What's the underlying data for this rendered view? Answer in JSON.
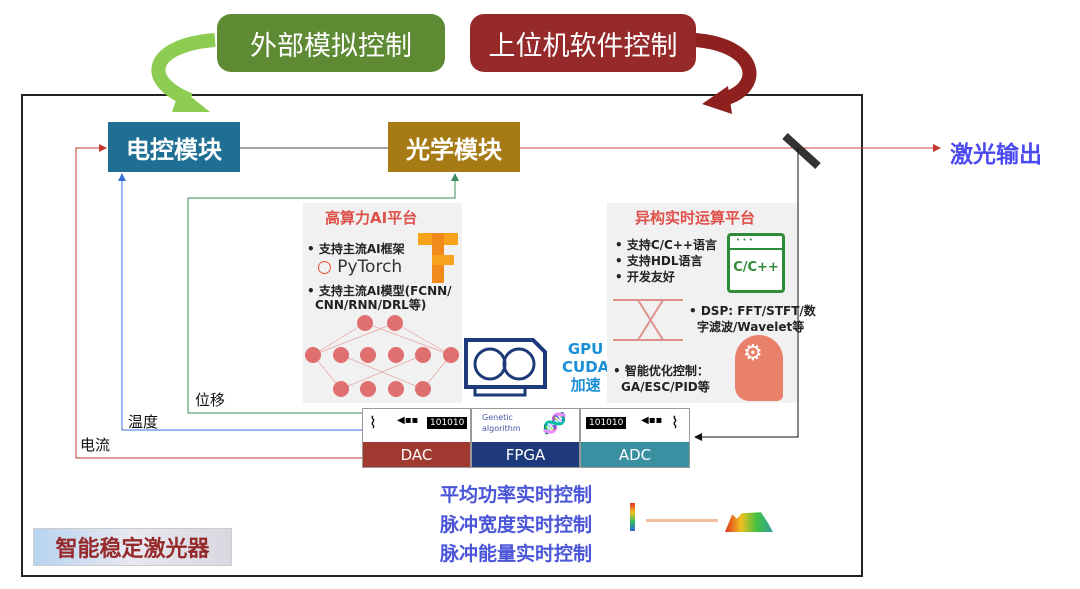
{
  "top": {
    "analog_control": "外部模拟控制",
    "software_control": "上位机软件控制"
  },
  "modules": {
    "electric": "电控模块",
    "optical": "光学模块",
    "laser_output": "激光输出"
  },
  "feedback": {
    "displacement": "位移",
    "temperature": "温度",
    "current": "电流"
  },
  "ai_platform": {
    "title": "高算力AI平台",
    "item1": "• 支持主流AI框架",
    "pytorch": "PyTorch",
    "item2a": "• 支持主流AI模型(FCNN/",
    "item2b": "CNN/RNN/DRL等)"
  },
  "gpu": {
    "line1": "GPU",
    "line2": "CUDA",
    "line3": "加速"
  },
  "hetero_platform": {
    "title": "异构实时运算平台",
    "item1": "• 支持C/C++语言",
    "item2": "• 支持HDL语言",
    "item3": "• 开发友好",
    "code_label": "C/C++",
    "code_dots": "• • •",
    "dsp_a": "• DSP: FFT/STFT/数",
    "dsp_b": "字滤波/Wavelet等",
    "opt_a": "• 智能优化控制：",
    "opt_b": "GA/ESC/PID等"
  },
  "hardware": {
    "dac": "DAC",
    "fpga": "FPGA",
    "adc": "ADC",
    "bits": "101010",
    "genetic_a": "Genetic",
    "genetic_b": "algorithm"
  },
  "controls": [
    "平均功率实时控制",
    "脉冲宽度实时控制",
    "脉冲能量实时控制"
  ],
  "brand": "智能稳定激光器",
  "colors": {
    "green": "#5e8a34",
    "red": "#962a2a",
    "electric": "#1f6e94",
    "optical": "#a67a14",
    "output": "#4a4af0"
  }
}
